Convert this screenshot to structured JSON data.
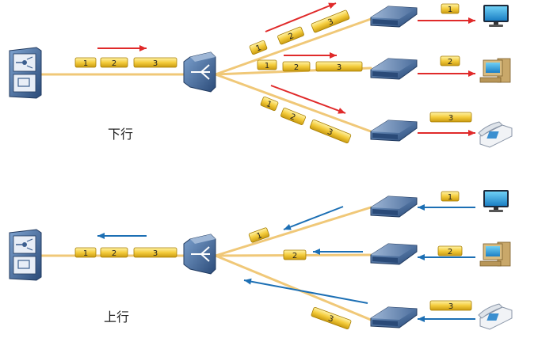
{
  "captions": {
    "downstream": "下行",
    "upstream": "上行"
  },
  "frame_labels": [
    "1",
    "2",
    "3"
  ],
  "colors": {
    "fiber": "#f0c878",
    "frame_fill": "#f4cc3c",
    "downstream_arrow": "#e02a2a",
    "upstream_arrow": "#1c6fb4",
    "device_blue": "#3c5f8f"
  },
  "icons": {
    "olt": "olt-icon",
    "splitter": "splitter-icon",
    "onu": "onu-icon",
    "tv": "tv-icon",
    "pc": "computer-icon",
    "phone": "phone-icon"
  }
}
